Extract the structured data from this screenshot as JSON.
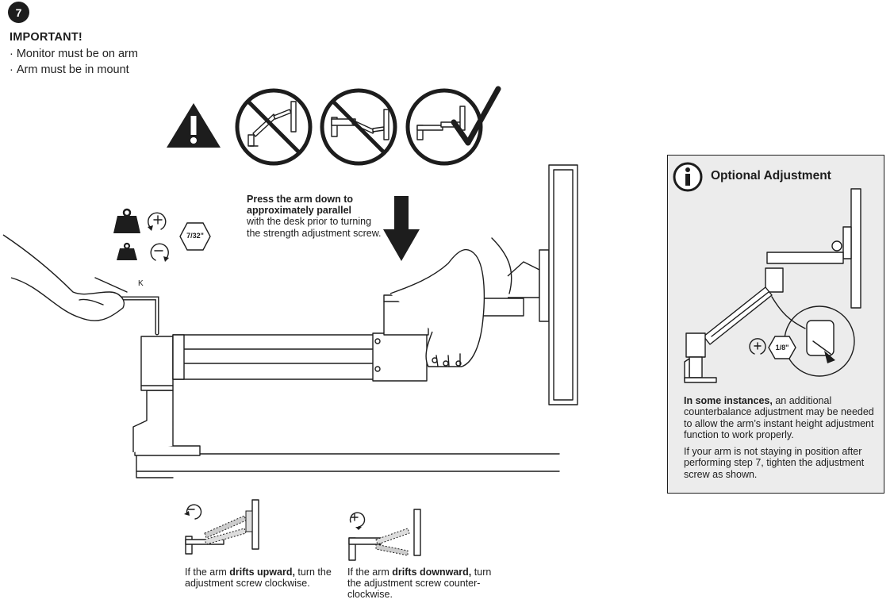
{
  "step": {
    "number": "7"
  },
  "important": {
    "heading": "IMPORTANT!",
    "items": [
      "Monitor must be on arm",
      "Arm must be in mount"
    ]
  },
  "press_note": {
    "bold": "Press the arm down to approximately parallel",
    "rest": "with the desk prior to turning the strength adjustment screw."
  },
  "tool": {
    "hex_size": "7/32\"",
    "key_label": "K"
  },
  "optional_panel": {
    "title": "Optional Adjustment",
    "hex_size": "1/8\"",
    "para1_bold": "In some instances,",
    "para1_rest": "an additional counterbalance adjustment may be needed to allow the arm’s instant height adjustment function to work properly.",
    "para2": "If your arm is not staying in position after performing step 7, tighten the adjustment screw as shown."
  },
  "drift_up": {
    "prefix": "If the arm",
    "bold": "drifts upward,",
    "rest": "turn the adjustment screw clockwise."
  },
  "drift_down": {
    "prefix": "If the arm",
    "bold": "drifts downward,",
    "rest": "turn the adjustment screw counter-clockwise."
  },
  "colors": {
    "ink": "#1d1d1d",
    "panel_bg": "#ececec"
  }
}
